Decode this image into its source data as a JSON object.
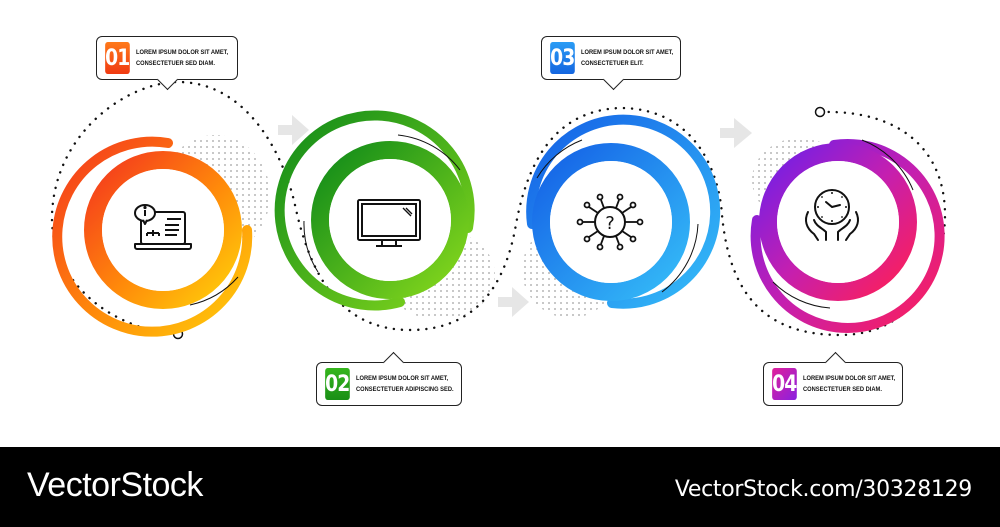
{
  "infographic": {
    "steps": [
      {
        "number": "01",
        "text_line1": "Lorem ipsum dolor sit amet,",
        "text_line2": "consectetuer sed diam.",
        "icon": "laptop-info-sitemap-icon",
        "colors": {
          "start": "#f4511e",
          "end": "#ffca0a",
          "badge_start": "#ff7a1a",
          "badge_end": "#f03a12"
        },
        "callout_position": "top"
      },
      {
        "number": "02",
        "text_line1": "Lorem ipsum dolor sit amet,",
        "text_line2": "consectetuer adipiscing sed.",
        "icon": "monitor-icon",
        "colors": {
          "start": "#168f1a",
          "end": "#7fd31c",
          "badge_start": "#35b61d",
          "badge_end": "#1a8f16"
        },
        "callout_position": "bottom"
      },
      {
        "number": "03",
        "text_line1": "Lorem ipsum dolor sit amet,",
        "text_line2": "consectetuer elit.",
        "icon": "question-network-icon",
        "colors": {
          "start": "#1565e6",
          "end": "#2fb4f7",
          "badge_start": "#2a9cf5",
          "badge_end": "#1466e0"
        },
        "callout_position": "top"
      },
      {
        "number": "04",
        "text_line1": "Lorem ipsum dolor sit amet,",
        "text_line2": "consectetuer sed diam.",
        "icon": "clock-in-hands-icon",
        "colors": {
          "start": "#7b1fe8",
          "end": "#ff1f5a",
          "badge_start": "#e0209a",
          "badge_end": "#8a20e0"
        },
        "callout_position": "bottom"
      }
    ],
    "arrow_color": "#e6e6e6",
    "dot_color": "#111111"
  },
  "footer": {
    "brand": "VectorStock",
    "url": "VectorStock.com/30328129",
    "background": "#000000"
  }
}
